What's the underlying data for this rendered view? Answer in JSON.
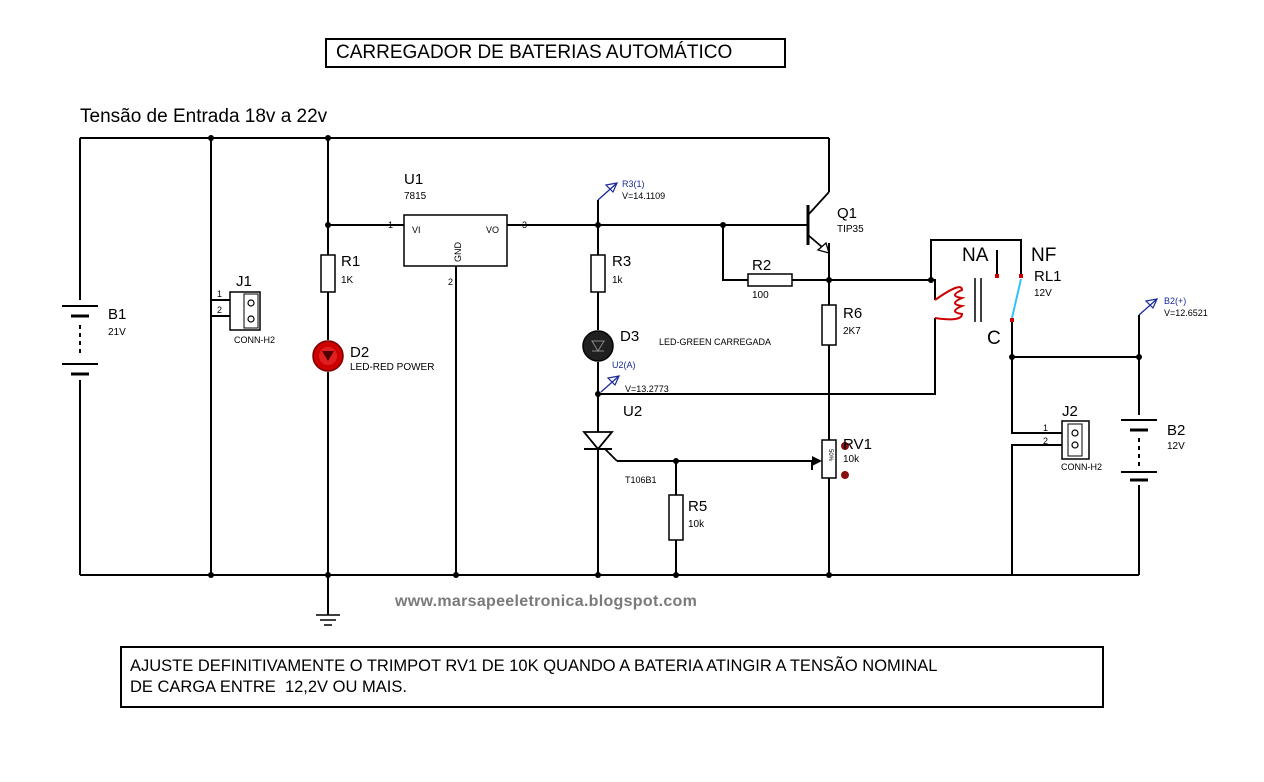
{
  "title": "CARREGADOR DE BATERIAS AUTOMÁTICO",
  "input_label": "Tensão de Entrada 18v a 22v",
  "website": "www.marsapeeletronica.blogspot.com",
  "note": {
    "line1": "AJUSTE DEFINITIVAMENTE O TRIMPOT RV1 DE 10K QUANDO A BATERIA ATINGIR A TENSÃO NOMINAL",
    "line2": "DE CARGA ENTRE  12,2V OU MAIS."
  },
  "components": {
    "b1": {
      "ref": "B1",
      "value": "21V"
    },
    "j1": {
      "ref": "J1",
      "value": "CONN-H2",
      "pin1": "1",
      "pin2": "2"
    },
    "r1": {
      "ref": "R1",
      "value": "1K"
    },
    "d2": {
      "ref": "D2",
      "value": "LED-RED POWER"
    },
    "u1": {
      "ref": "U1",
      "value": "7815",
      "pin_vi": "VI",
      "pin_vo": "VO",
      "pin_gnd": "GND",
      "pin1": "1",
      "pin2": "2",
      "pin3": "3"
    },
    "r3": {
      "ref": "R3",
      "value": "1k"
    },
    "d3": {
      "ref": "D3",
      "value": "LED-GREEN CARREGADA"
    },
    "u2": {
      "ref": "U2",
      "value": "T106B1"
    },
    "r5": {
      "ref": "R5",
      "value": "10k"
    },
    "q1": {
      "ref": "Q1",
      "value": "TIP35"
    },
    "r2": {
      "ref": "R2",
      "value": "100"
    },
    "r6": {
      "ref": "R6",
      "value": "2K7"
    },
    "rv1": {
      "ref": "RV1",
      "value": "10k",
      "setting": "50%"
    },
    "rl1": {
      "ref": "RL1",
      "value": "12V",
      "na": "NA",
      "nf": "NF",
      "c": "C"
    },
    "j2": {
      "ref": "J2",
      "value": "CONN-H2",
      "pin1": "1",
      "pin2": "2"
    },
    "b2": {
      "ref": "B2",
      "value": "12V"
    }
  },
  "probes": {
    "r3": {
      "label": "R3(1)",
      "voltage": "V=14.1109"
    },
    "u2": {
      "label": "U2(A)",
      "voltage": "V=13.2773"
    },
    "b2": {
      "label": "B2(+)",
      "voltage": "V=12.6521"
    }
  },
  "colors": {
    "wire": "#000000",
    "led_red": "#cc0000",
    "led_green": "#202020",
    "probe": "#1a2a9a",
    "relay_switch": "#33c0ff",
    "website": "#7a7a7a"
  }
}
